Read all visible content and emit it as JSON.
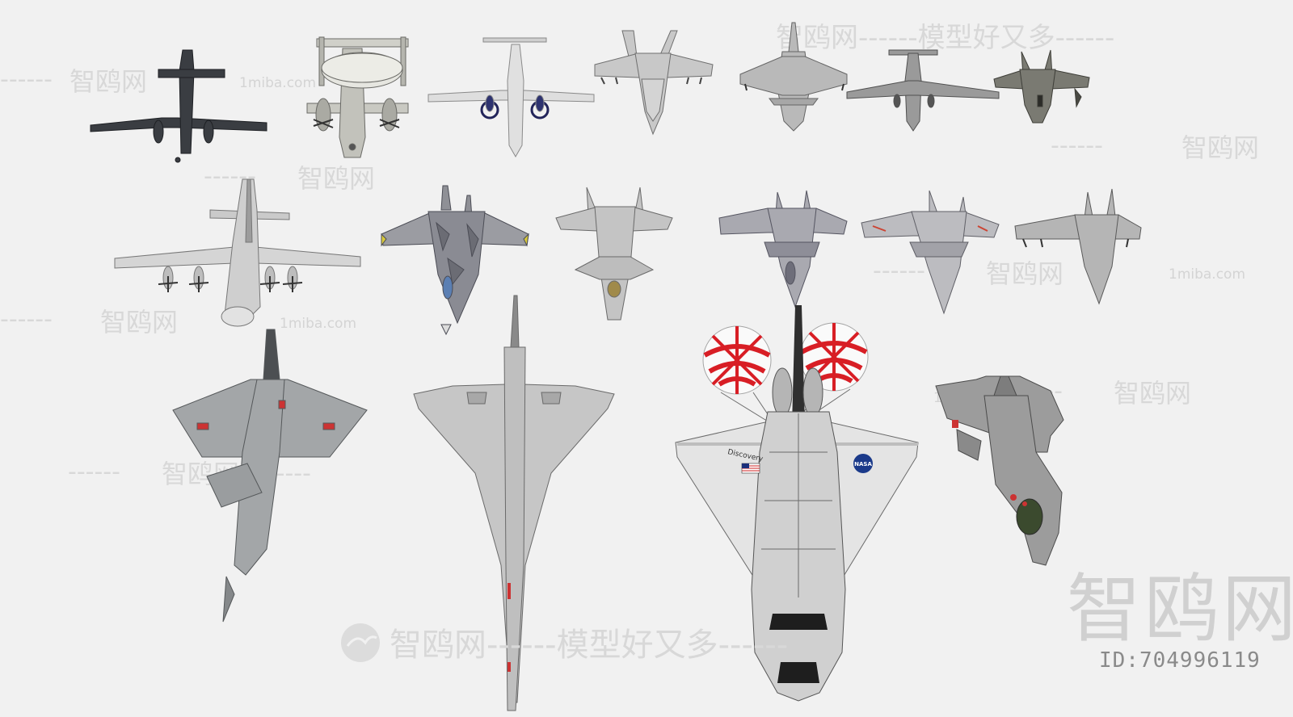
{
  "watermarks": {
    "brand": "智鸥网",
    "dashes": "------",
    "slogan_top": "智鸥网------模型好又多------",
    "slogan_bottom": "智鸥网------模型好又多------",
    "site": "1miba.com",
    "big_logo": "智鸥网",
    "id_label": "ID:704996119"
  },
  "decals": {
    "shuttle_name": "Discovery",
    "shuttle_logo": "NASA"
  },
  "colors": {
    "background": "#f1f1f1",
    "aircraft_grey": "#b9b9b9",
    "aircraft_dark": "#3a3d42",
    "parachute_red": "#d81e25",
    "watermark": "#d6d6d6"
  },
  "models": [
    {
      "name": "dark-twin-prop-transport",
      "color": "#3a3d42"
    },
    {
      "name": "e2-awacs",
      "color": "#c9c9c2"
    },
    {
      "name": "twin-turboprop",
      "color": "#d5d5d5"
    },
    {
      "name": "canard-fighter",
      "color": "#c8c8c8"
    },
    {
      "name": "eurofighter",
      "color": "#b9b9b9"
    },
    {
      "name": "jet-transport",
      "color": "#9a9a9a"
    },
    {
      "name": "stealth-vtol-fighter-small",
      "color": "#7a7a72"
    },
    {
      "name": "c130-transport",
      "color": "#cfcfcf"
    },
    {
      "name": "su27-camo",
      "color": "#8f9096"
    },
    {
      "name": "j20-stealth",
      "color": "#c4c4c4"
    },
    {
      "name": "mig29",
      "color": "#a9a9b0"
    },
    {
      "name": "j15",
      "color": "#bcbcc0"
    },
    {
      "name": "f18",
      "color": "#b5b5b5"
    },
    {
      "name": "j8-interceptor",
      "color": "#a3a6a8"
    },
    {
      "name": "concorde",
      "color": "#c6c6c6"
    },
    {
      "name": "space-shuttle-discovery",
      "color": "#c9c9c9"
    },
    {
      "name": "f35b",
      "color": "#9c9c9c"
    }
  ]
}
